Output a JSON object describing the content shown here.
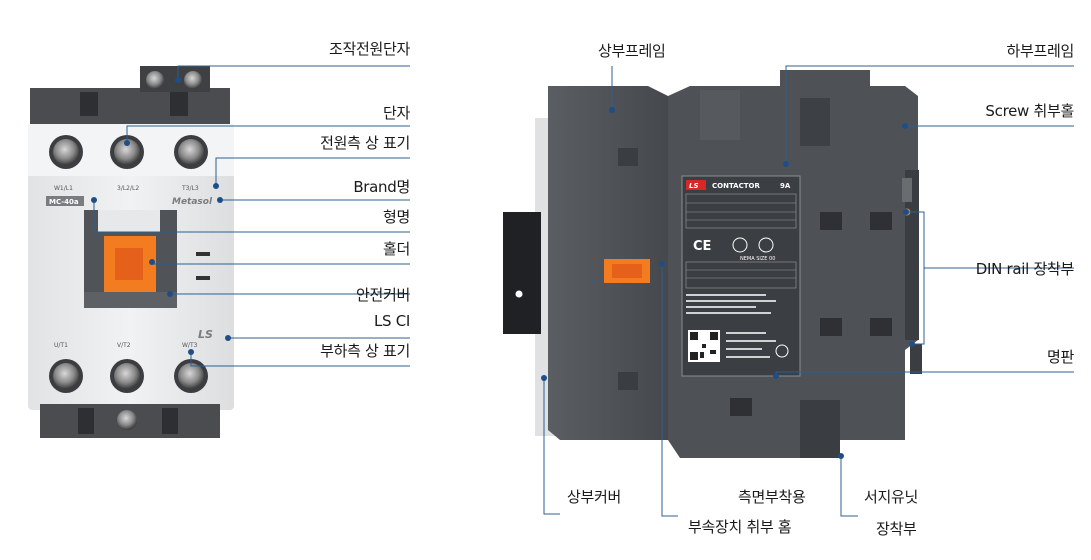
{
  "colors": {
    "leader": "#2f5f8f",
    "accent_orange": "#f47c20",
    "frame_dark": "#4b4f54",
    "body_light": "#e9ebec"
  },
  "front_view": {
    "labels": {
      "control_terminal": "조작전원단자",
      "terminal": "단자",
      "line_phase_marking": "전원측 상 표기",
      "brand_name": "Brand명",
      "model_name": "형명",
      "holder": "홀더",
      "safety_cover": "안전커버",
      "ls_ci": "LS CI",
      "load_phase_marking": "부하측 상 표기"
    },
    "device_marks": {
      "top_left": "W1/L1",
      "top_mid": "3/L2/L2",
      "top_right": "T3/L3",
      "model": "MC-40a",
      "brand": "Metasol",
      "logo": "LS",
      "bottom_left": "U/T1",
      "bottom_mid": "V/T2",
      "bottom_right": "W/T3"
    }
  },
  "side_view": {
    "labels": {
      "upper_frame": "상부프레임",
      "lower_frame": "하부프레임",
      "screw_hole": "Screw 취부홀",
      "din_rail": "DIN rail 장착부",
      "nameplate": "명판",
      "upper_cover": "상부커버",
      "side_mount_1": "측면부착용",
      "side_mount_2": "부속장치 취부 홈",
      "surge_unit_1": "서지유닛",
      "surge_unit_2": "장착부"
    },
    "nameplate": {
      "logo": "LS",
      "title": "CONTACTOR",
      "rating": "9A",
      "ce": "CE",
      "nema": "NEMA SIZE 00"
    }
  }
}
